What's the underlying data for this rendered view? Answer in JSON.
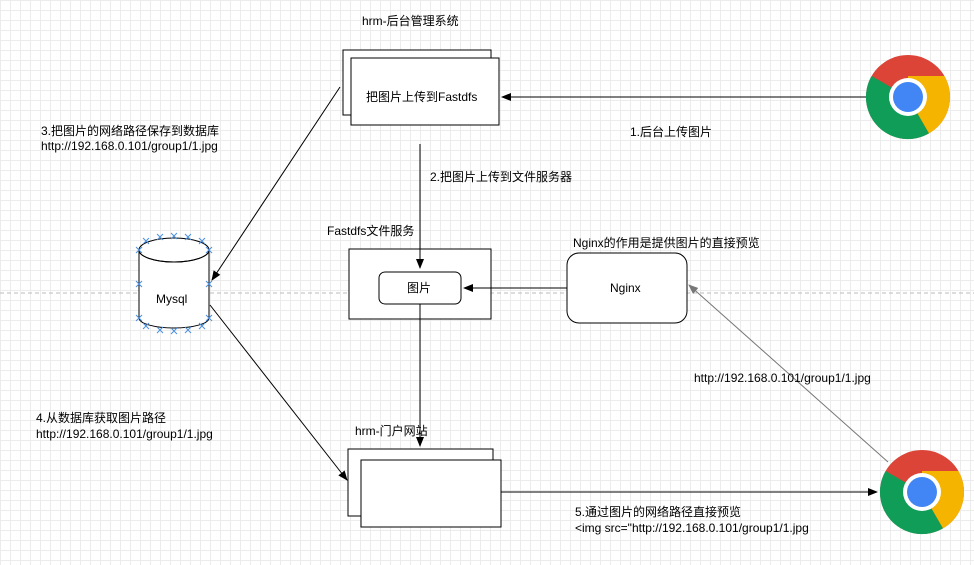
{
  "nodes": {
    "admin_title": "hrm-后台管理系统",
    "admin_box_label": "把图片上传到Fastdfs",
    "fastdfs_title": "Fastdfs文件服务",
    "image_label": "图片",
    "nginx_label": "Nginx",
    "nginx_note": "Nginx的作用是提供图片的直接预览",
    "mysql_label": "Mysql",
    "portal_title": "hrm-门户网站"
  },
  "edges": {
    "e1": "1.后台上传图片",
    "e2": "2.把图片上传到文件服务器",
    "e3_line1": "3.把图片的网络路径保存到数据库",
    "e3_line2": "http://192.168.0.101/group1/1.jpg",
    "e4_line1": "4.从数据库获取图片路径",
    "e4_line2": "http://192.168.0.101/group1/1.jpg",
    "e5_line1": "5.通过图片的网络路径直接预览",
    "e5_line2": "<img src=\"http://192.168.0.101/group1/1.jpg",
    "nginx_url": "http://192.168.0.101/group1/1.jpg"
  },
  "icons": {
    "browser_top": "chrome-icon",
    "browser_bottom": "chrome-icon"
  },
  "colors": {
    "chrome_red": "#db4437",
    "chrome_green": "#0f9d58",
    "chrome_yellow": "#f4b400",
    "chrome_blue": "#4285f4",
    "selection_blue": "#4a90e2"
  }
}
